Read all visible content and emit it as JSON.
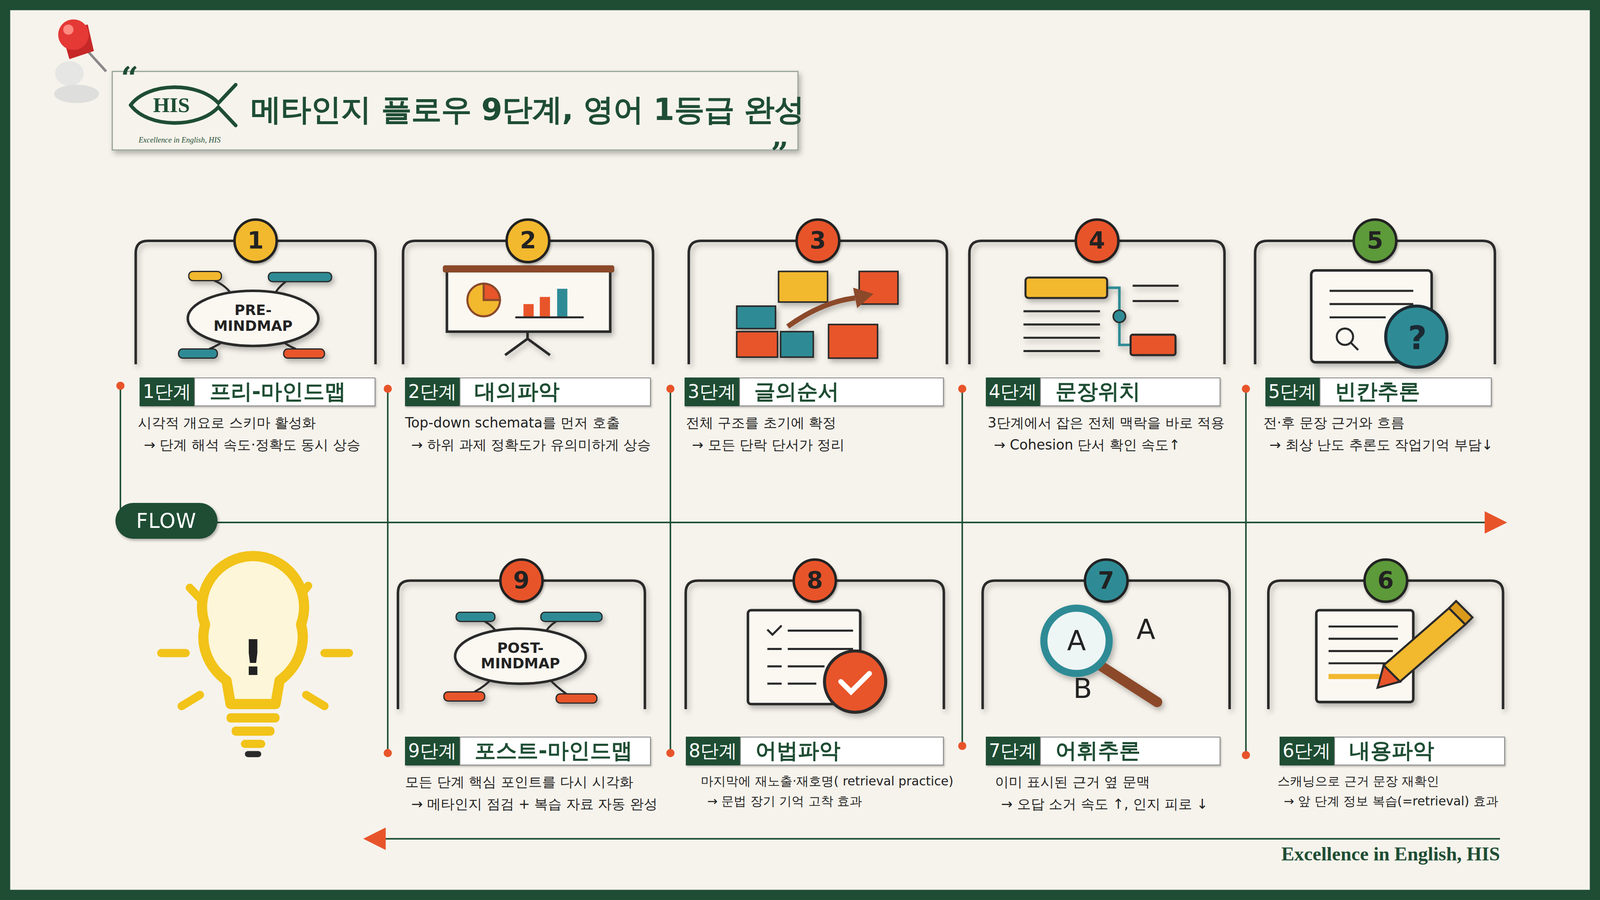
{
  "diagram": {
    "title": "메타인지 플로우 9단계, 영어 1등급 완성",
    "nodes": [
      {
        "text": [
          "1",
          "1단계",
          "프리-마인드맵",
          "시각적 개요로 스키마 활성화 → 단계 해석 속도·정확도 동시 상승"
        ]
      },
      {
        "text": [
          "2",
          "2단계",
          "대의파악",
          "Top-down schemata를 먼저 호출 → 하위 과제 정확도가 유의미하게 상승"
        ]
      },
      {
        "text": [
          "3",
          "3단계",
          "글의순서",
          "전체 구조를 초기에 확정 → 모든 단락 단서가 정리"
        ]
      },
      {
        "text": [
          "4",
          "4단계",
          "문장위치",
          "3단계에서 잡은 전체 맥락을 바로 적용 → Cohesion 단서 확인 속도↑"
        ]
      },
      {
        "text": [
          "5",
          "5단계",
          "빈칸추론",
          "전·후 문장 근거와 흐름 → 최상 난도 추론도 작업기억 부담↓"
        ]
      },
      {
        "text": [
          "FLOW"
        ]
      },
      {
        "text": [
          "6",
          "6단계",
          "내용파악",
          "스캐닝으로 근거 문장 재확인 → 앞 단계 정보 복습(=retrieval) 효과"
        ]
      },
      {
        "text": [
          "7",
          "7단계",
          "어휘추론",
          "이미 표시된 근거 옆 문맥 → 오답 소거 속도 ↑, 인지 피로 ↓"
        ]
      },
      {
        "text": [
          "8",
          "8단계",
          "어법파악",
          "마지막에 재노출·재호명( retrieval practice) → 문법 장기 기억 고착 효과"
        ]
      },
      {
        "text": [
          "9",
          "9단계",
          "포스트-마인드맵",
          "모든 단계 핵심 포인트를 다시 시각화 → 메타인지 점검 + 복습 자료 자동 완성"
        ]
      }
    ],
    "labels": [
      "“",
      "HIS",
      "Excellence in English, HIS",
      "”",
      "PRE- MINDMAP",
      "?",
      "A",
      "A",
      "B",
      "!",
      "POST- MINDMAP",
      "Excellence in English, HIS"
    ]
  }
}
